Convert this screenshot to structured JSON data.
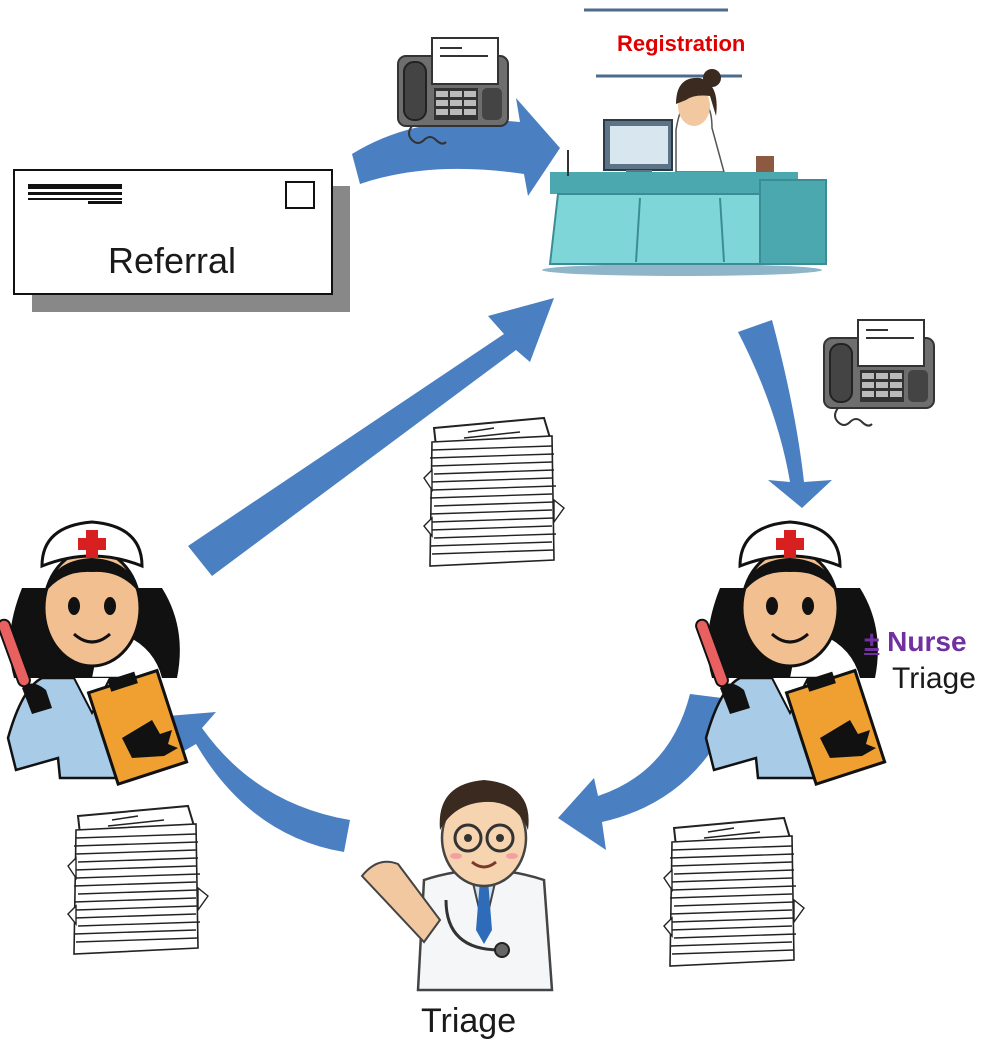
{
  "labels": {
    "referral": "Referral",
    "registration": "Registration",
    "nurse_prefix": "±",
    "nurse": "Nurse",
    "nurse_triage": "Triage",
    "physician_triage": "Triage"
  },
  "colors": {
    "arrow": "#4a7fc1",
    "registration_text": "#e00000",
    "nurse_text": "#7030a0",
    "nurse_uniform": "#a8cbe8",
    "clipboard": "#f0a030",
    "desk": "#7fd6d8"
  },
  "icons": [
    "fax-machine-icon",
    "envelope-icon",
    "receptionist-icon",
    "nurse-icon",
    "doctor-icon",
    "paper-stack-icon"
  ]
}
